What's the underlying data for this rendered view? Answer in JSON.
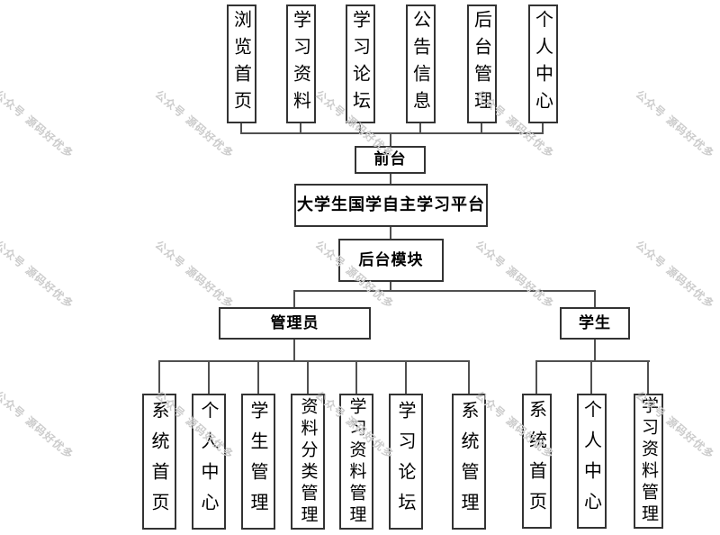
{
  "colors": {
    "background": "#ffffff",
    "border": "#333333",
    "line": "#505050",
    "text": "#000000",
    "watermark": "#cccccc"
  },
  "watermark": {
    "text": "公众号 源码好优多"
  },
  "diagram": {
    "platform": "大学生国学自主学习平台",
    "front": "前台",
    "backend": "后台模块",
    "admin": "管理员",
    "student": "学生",
    "front_modules": [
      "浏览首页",
      "学习资料",
      "学习论坛",
      "公告信息",
      "后台管理",
      "个人中心"
    ],
    "admin_modules": [
      "系统首页",
      "个人中心",
      "学生管理",
      "资料分类管理",
      "学习资料管理",
      "学习论坛",
      "系统管理"
    ],
    "student_modules": [
      "系统首页",
      "个人中心",
      "学习资料管理"
    ]
  }
}
